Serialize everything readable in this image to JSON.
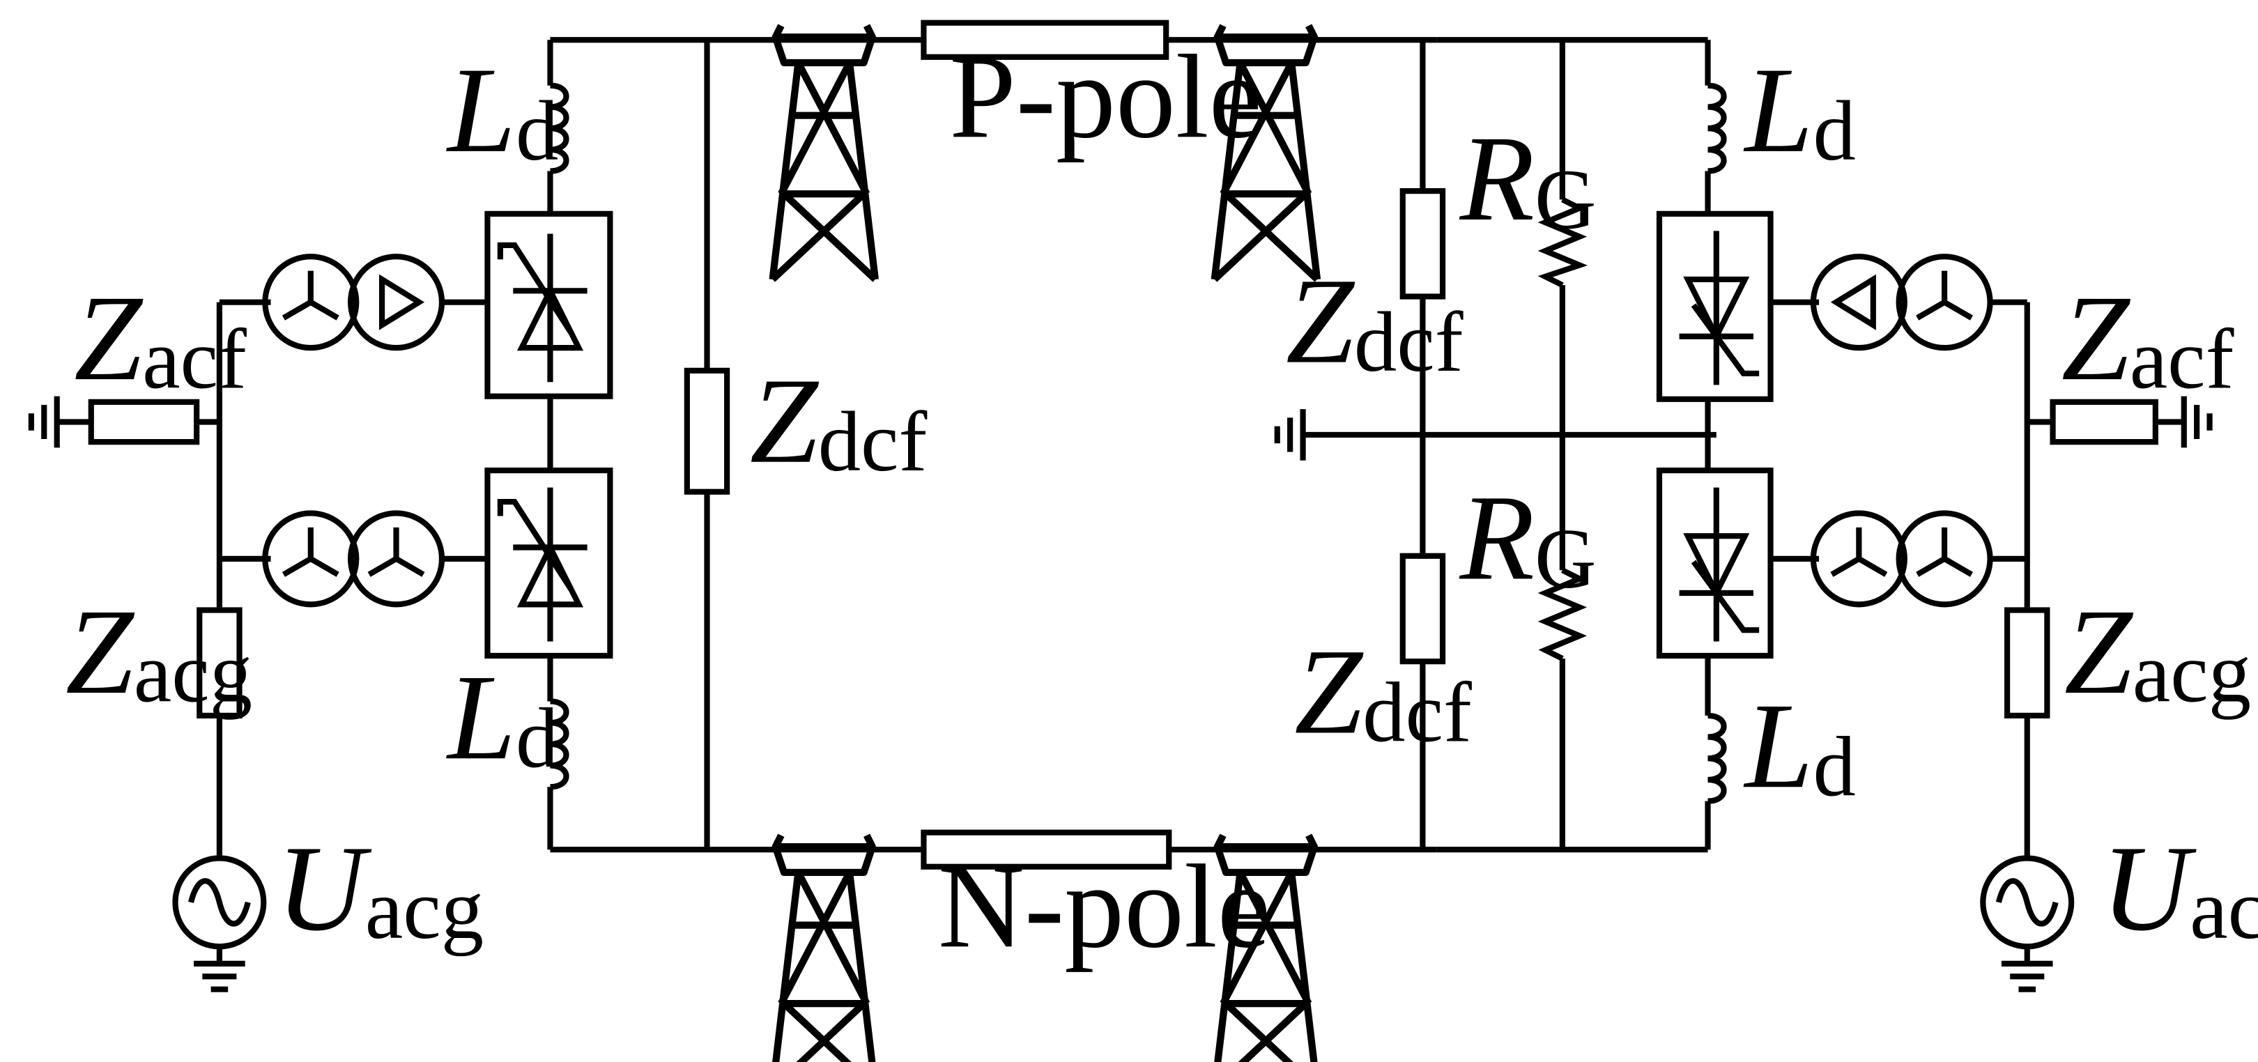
{
  "labels": {
    "ld": {
      "main": "L",
      "sub": "d"
    },
    "zacf": {
      "main": "Z",
      "sub": "acf"
    },
    "zacg": {
      "main": "Z",
      "sub": "acg"
    },
    "zdcf": {
      "main": "Z",
      "sub": "dcf"
    },
    "rg": {
      "main": "R",
      "sub": "G"
    },
    "uacg": {
      "main": "U",
      "sub": "acg"
    },
    "p_pole": "P-pole",
    "n_pole": "N-pole"
  }
}
